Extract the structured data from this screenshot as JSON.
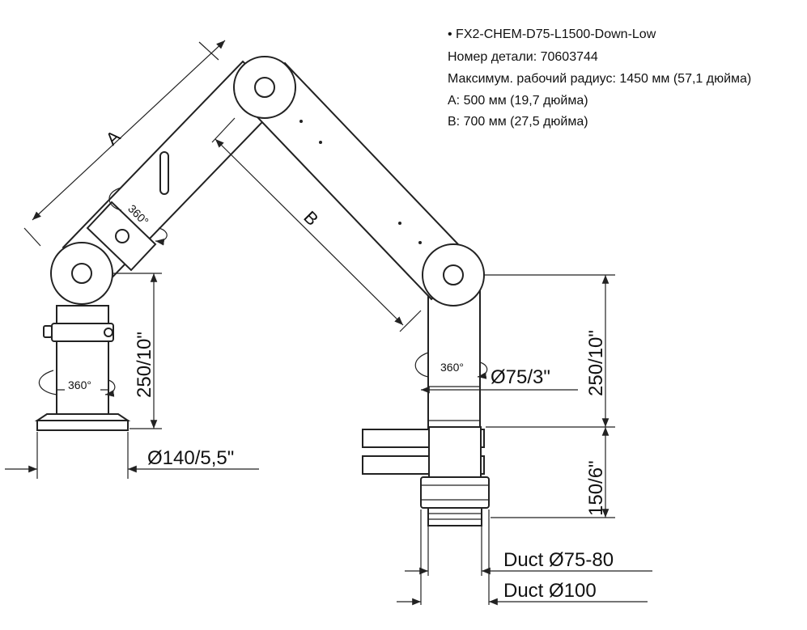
{
  "specs": {
    "model": "• FX2-CHEM-D75-L1500-Down-Low",
    "part_number": "Номер детали: 70603744",
    "max_radius": "Максимум. рабочий радиус: 1450 мм (57,1 дюйма)",
    "a_length": "A: 500 мм (19,7 дюйма)",
    "b_length": "B: 700 мм (27,5 дюйма)"
  },
  "dimensions": {
    "label_a": "A",
    "label_b": "B",
    "left_height": "250/10\"",
    "right_height": "250/10\"",
    "lower_height": "150/6\"",
    "base_diameter": "Ø140/5,5\"",
    "tube_diameter": "Ø75/3\"",
    "duct_small": "Duct Ø75-80",
    "duct_large": "Duct Ø100",
    "rotation_1": "360°",
    "rotation_2": "360°",
    "rotation_3": "360°"
  }
}
